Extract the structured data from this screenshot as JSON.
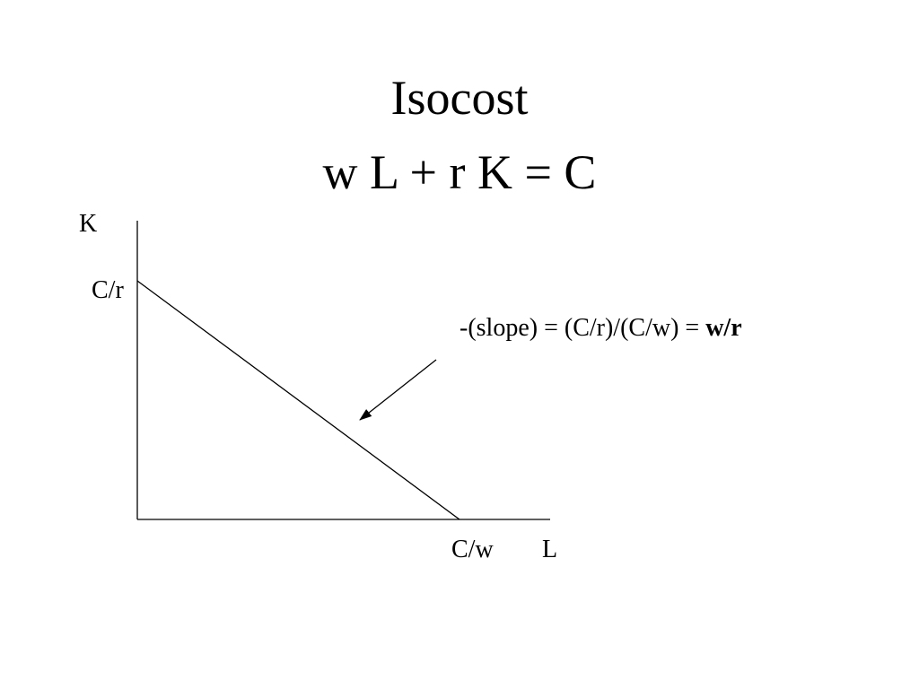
{
  "title": {
    "line1": "Isocost",
    "line2": "w L + r K = C"
  },
  "diagram": {
    "y_axis_label": "K",
    "x_axis_label": "L",
    "y_intercept_label": "C/r",
    "x_intercept_label": "C/w",
    "annotation": {
      "prefix": "-(slope) = (C/r)/(C/w) = ",
      "emphasis": "w/r"
    }
  },
  "colors": {
    "line": "#000000",
    "background": "#ffffff"
  }
}
